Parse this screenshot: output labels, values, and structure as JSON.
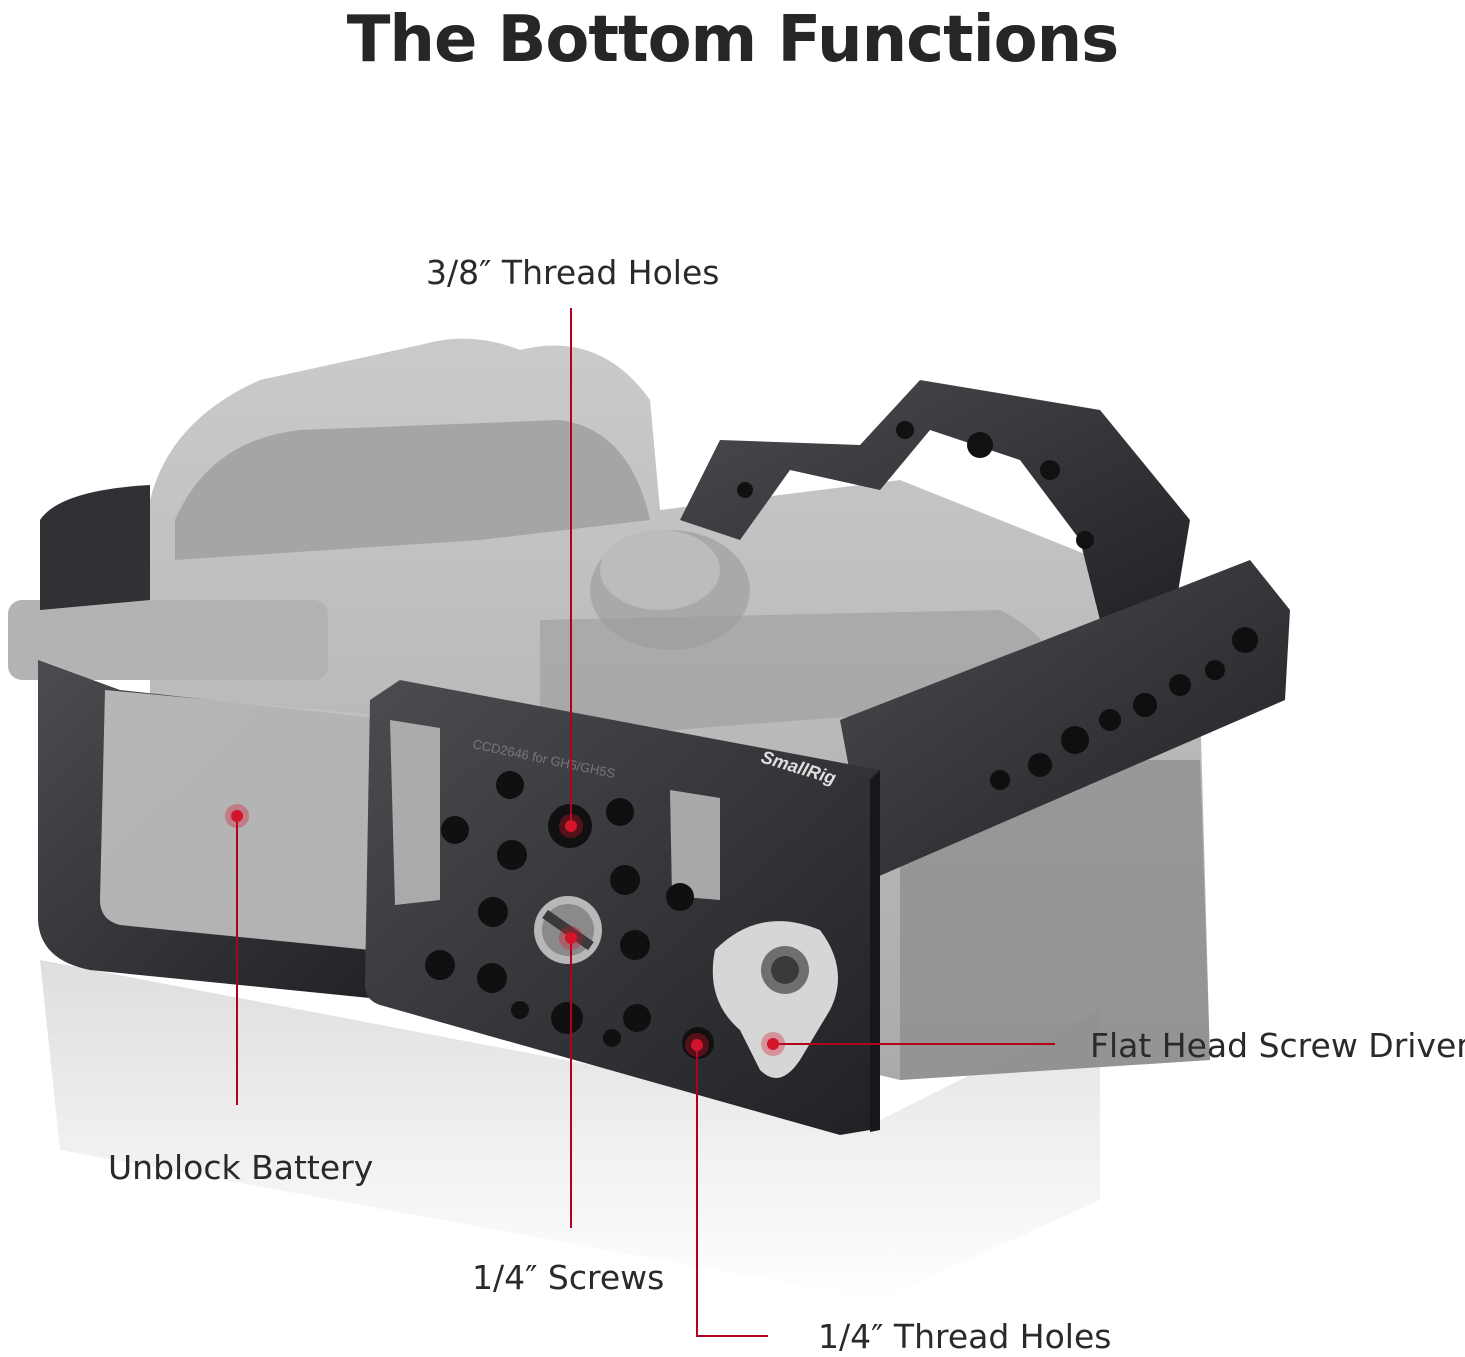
{
  "title": "The Bottom Functions",
  "brand_text": "SmallRig",
  "engraving": "CCD2646 for GH5/GH5S",
  "accent_color": "#d4142a",
  "callouts": {
    "thread_holes_38": "3/8″ Thread Holes",
    "unblock_battery": "Unblock Battery",
    "screws_14": "1/4″ Screws",
    "thread_holes_14": "1/4″ Thread Holes",
    "flat_head_driver": "Flat Head Screw Driver"
  }
}
